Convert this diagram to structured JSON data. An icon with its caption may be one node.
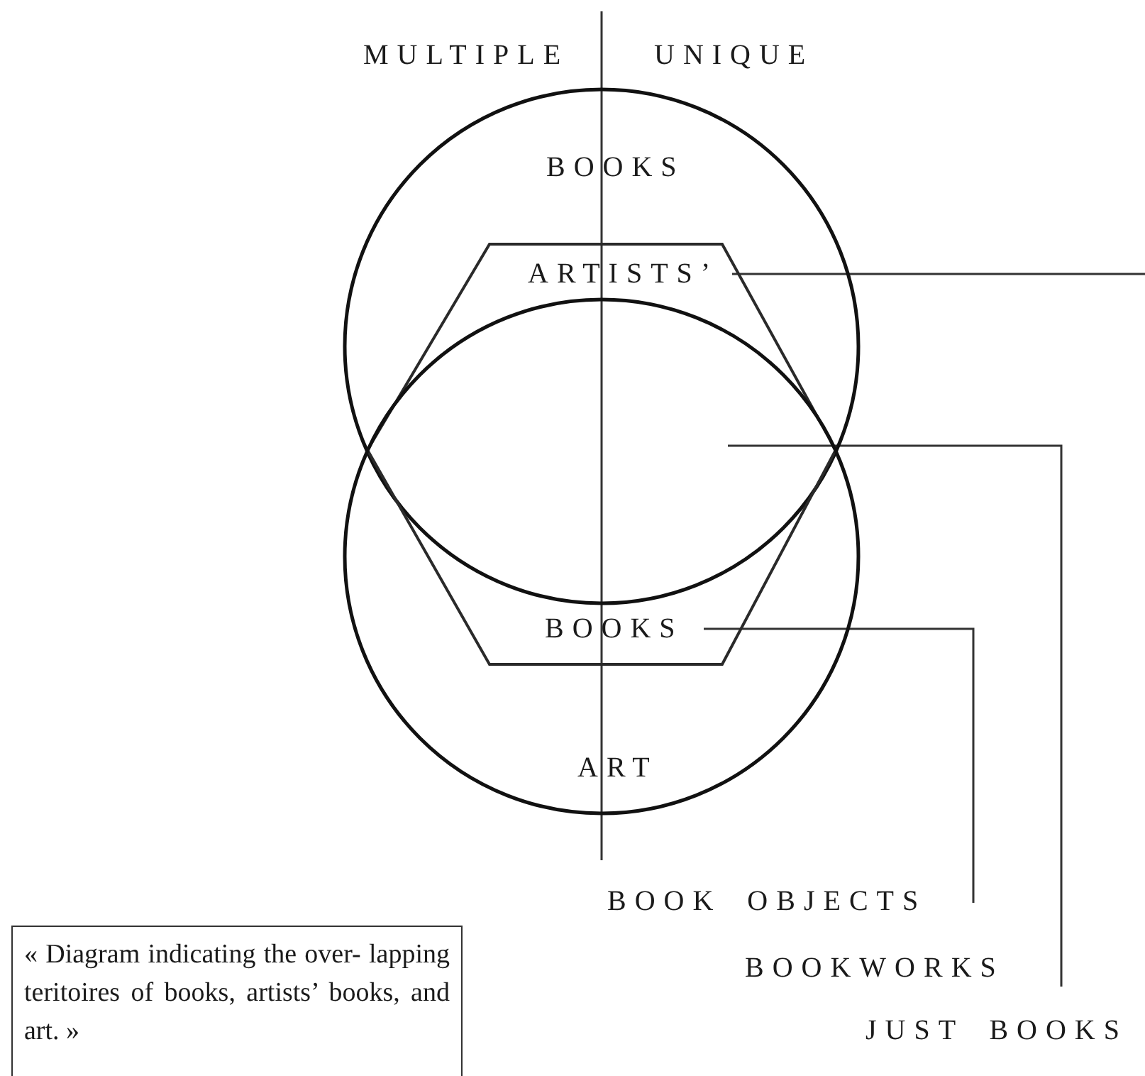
{
  "diagram": {
    "caption": "« Diagram indicating the over- lapping teritoires of books, artists’ books, and art. »",
    "nodes": [
      {
        "text": [
          "BOOKS"
        ]
      },
      {
        "text": [
          "ARTISTS’",
          "BOOKS"
        ]
      },
      {
        "text": [
          "ART"
        ]
      },
      {
        "text": [
          "BOOK OBJECTS"
        ]
      },
      {
        "text": [
          "BOOKWORKS"
        ]
      }
    ],
    "edges": [
      {
        "from": 1,
        "to": null,
        "arrow": "none"
      },
      {
        "from": 4,
        "to": 1,
        "arrow": "none"
      },
      {
        "from": 3,
        "to": 1,
        "arrow": "none"
      }
    ],
    "labels": [
      "MULTIPLE",
      "UNIQUE",
      "JUST BOOKS"
    ]
  }
}
